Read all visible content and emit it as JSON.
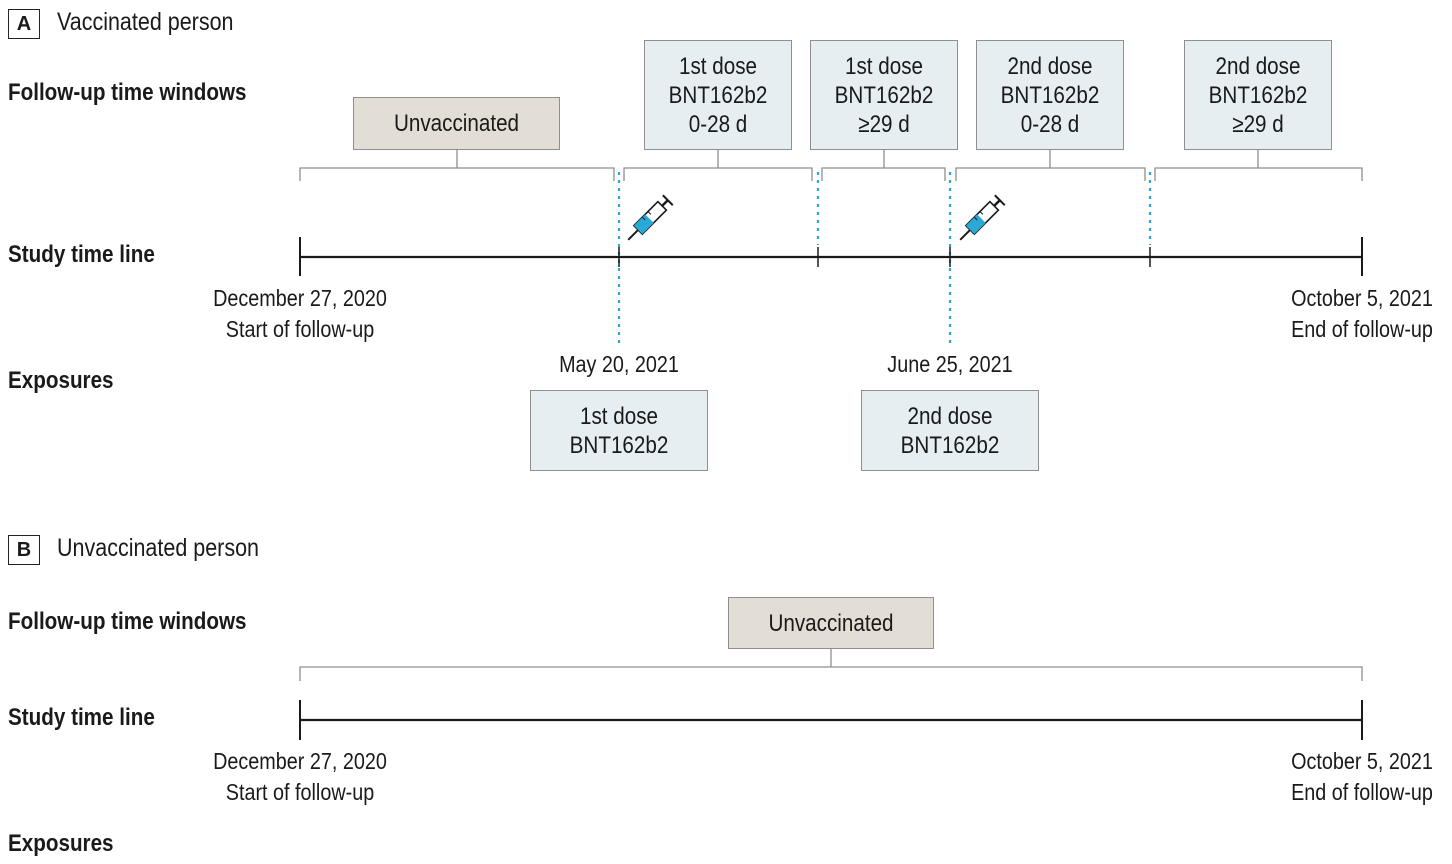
{
  "panel_a": {
    "letter": "A",
    "title": "Vaccinated person",
    "row_windows": "Follow-up time windows",
    "row_timeline": "Study time line",
    "row_exposures": "Exposures",
    "windows": [
      {
        "lines": [
          "Unvaccinated"
        ]
      },
      {
        "lines": [
          "1st dose",
          "BNT162b2",
          "0-28 d"
        ]
      },
      {
        "lines": [
          "1st dose",
          "BNT162b2",
          "≥29 d"
        ]
      },
      {
        "lines": [
          "2nd dose",
          "BNT162b2",
          "0-28 d"
        ]
      },
      {
        "lines": [
          "2nd dose",
          "BNT162b2",
          "≥29 d"
        ]
      }
    ],
    "start": {
      "date": "December 27, 2020",
      "caption": "Start of follow-up"
    },
    "end": {
      "date": "October 5, 2021",
      "caption": "End of follow-up"
    },
    "exposures": [
      {
        "date": "May 20, 2021",
        "lines": [
          "1st dose",
          "BNT162b2"
        ]
      },
      {
        "date": "June 25, 2021",
        "lines": [
          "2nd dose",
          "BNT162b2"
        ]
      }
    ]
  },
  "panel_b": {
    "letter": "B",
    "title": "Unvaccinated person",
    "row_windows": "Follow-up time windows",
    "row_timeline": "Study time line",
    "row_exposures": "Exposures",
    "windows": [
      {
        "lines": [
          "Unvaccinated"
        ]
      }
    ],
    "start": {
      "date": "December 27, 2020",
      "caption": "Start of follow-up"
    },
    "end": {
      "date": "October 5, 2021",
      "caption": "End of follow-up"
    }
  },
  "colors": {
    "unvaccinated_box": "#e3ded5",
    "vaccinated_box": "#e6eef2",
    "exposure_marker": "#2aa8d6",
    "syringe_fill": "#2aa8d6"
  },
  "icons": [
    "syringe-icon"
  ]
}
